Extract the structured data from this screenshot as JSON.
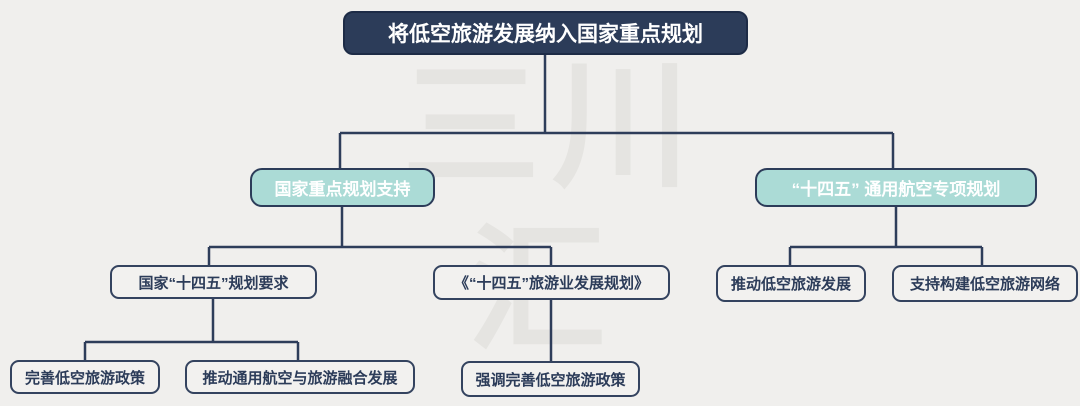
{
  "diagram": {
    "type": "mindmap-tree",
    "title_node": "将低空旅游发展纳入国家重点规划",
    "nodes": {
      "root": "将低空旅游发展纳入国家重点规划",
      "l2_left": "国家重点规划支持",
      "l2_right": "“十四五” 通用航空专项规划",
      "l3_plan_req": "国家“十四五”规划要求",
      "l3_tourism_plan": "《“十四五”旅游业发展规划》",
      "l3_promote_tourism": "推动低空旅游发展",
      "l3_build_network": "支持构建低空旅游网络",
      "l4_improve_policy": "完善低空旅游政策",
      "l4_integration": "推动通用航空与旅游融合发展",
      "l4_stress_policy": "强调完善低空旅游政策"
    },
    "edges": [
      [
        "root",
        "l2_left"
      ],
      [
        "root",
        "l2_right"
      ],
      [
        "l2_left",
        "l3_plan_req"
      ],
      [
        "l2_left",
        "l3_tourism_plan"
      ],
      [
        "l2_right",
        "l3_promote_tourism"
      ],
      [
        "l2_right",
        "l3_build_network"
      ],
      [
        "l3_plan_req",
        "l4_improve_policy"
      ],
      [
        "l3_plan_req",
        "l4_integration"
      ],
      [
        "l3_tourism_plan",
        "l4_stress_policy"
      ]
    ]
  },
  "watermark": {
    "line1": "三川",
    "line2": "汇"
  },
  "palette": {
    "background": "#f0efed",
    "navy": "#2c3c59",
    "teal_fill": "#abdbd6",
    "line_color": "#2e3d5a",
    "watermark_color": "#e5e4e1",
    "root_text": "#ffffff",
    "plain_text": "#2c3c59"
  }
}
